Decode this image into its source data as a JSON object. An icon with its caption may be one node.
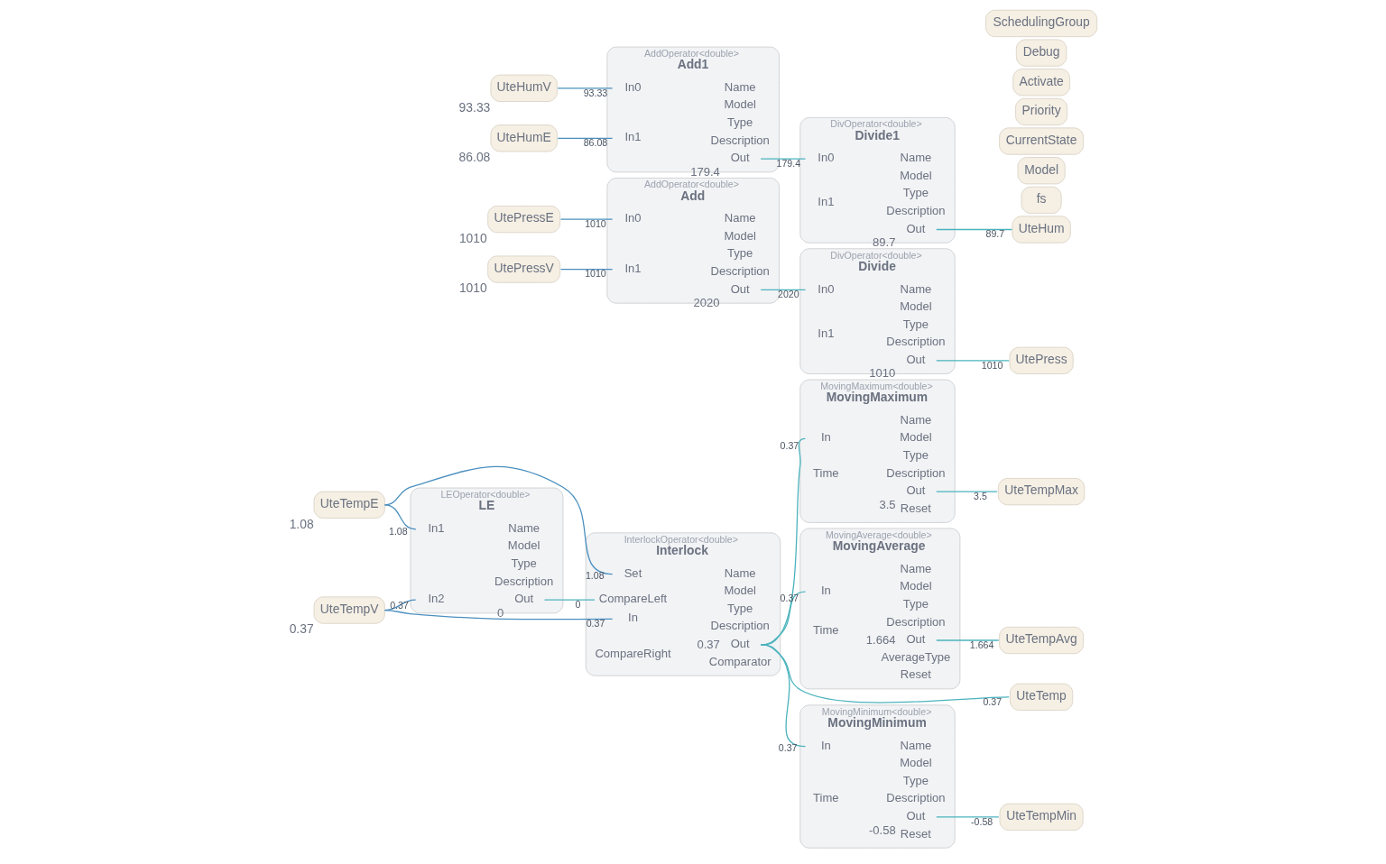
{
  "diagram": {
    "nodes": [
      {
        "text": [
          "UteTempE"
        ],
        "beside": [
          "1.08"
        ]
      },
      {
        "text": [
          "UteTempV"
        ],
        "beside": [
          "0.37"
        ]
      },
      {
        "text": [
          "UtePressE"
        ],
        "beside": [
          "1010"
        ]
      },
      {
        "text": [
          "UtePressV"
        ],
        "beside": [
          "1010"
        ]
      },
      {
        "text": [
          "UteHumV"
        ],
        "beside": [
          "93.33"
        ]
      },
      {
        "text": [
          "UteHumE"
        ],
        "beside": [
          "86.08"
        ]
      },
      {
        "text": [
          "LEOperator<double>",
          "LE"
        ]
      },
      {
        "text": [
          "In1"
        ],
        "in": 6
      },
      {
        "text": [
          "In2"
        ],
        "in": 6
      },
      {
        "text": [
          "Name"
        ],
        "in": 6
      },
      {
        "text": [
          "Model"
        ],
        "in": 6
      },
      {
        "text": [
          "Type"
        ],
        "in": 6
      },
      {
        "text": [
          "Description"
        ],
        "in": 6
      },
      {
        "text": [
          "Out"
        ],
        "in": 6,
        "beside": [
          "0"
        ]
      },
      {
        "text": [
          "InterlockOperator<double>",
          "Interlock"
        ]
      },
      {
        "text": [
          "In"
        ],
        "in": 14
      },
      {
        "text": [
          "Set"
        ],
        "in": 14
      },
      {
        "text": [
          "CompareLeft"
        ],
        "in": 14
      },
      {
        "text": [
          "CompareRight"
        ],
        "in": 14
      },
      {
        "text": [
          "Name"
        ],
        "in": 14
      },
      {
        "text": [
          "Model"
        ],
        "in": 14
      },
      {
        "text": [
          "Type"
        ],
        "in": 14
      },
      {
        "text": [
          "Description"
        ],
        "in": 14
      },
      {
        "text": [
          "Out"
        ],
        "in": 14,
        "beside": [
          "0.37"
        ]
      },
      {
        "text": [
          "Comparator"
        ],
        "in": 14
      },
      {
        "text": [
          "MovingMaximum<double>",
          "MovingMaximum"
        ]
      },
      {
        "text": [
          "In"
        ],
        "in": 25
      },
      {
        "text": [
          "Time"
        ],
        "in": 25
      },
      {
        "text": [
          "Name"
        ],
        "in": 25
      },
      {
        "text": [
          "Model"
        ],
        "in": 25
      },
      {
        "text": [
          "Type"
        ],
        "in": 25
      },
      {
        "text": [
          "Description"
        ],
        "in": 25
      },
      {
        "text": [
          "Out"
        ],
        "in": 25,
        "beside": [
          "3.5"
        ]
      },
      {
        "text": [
          "Reset"
        ],
        "in": 25
      },
      {
        "text": [
          "fs"
        ]
      },
      {
        "text": [
          "Model"
        ]
      },
      {
        "text": [
          "CurrentState"
        ]
      },
      {
        "text": [
          "Priority"
        ]
      },
      {
        "text": [
          "Activate"
        ]
      },
      {
        "text": [
          "Debug"
        ]
      },
      {
        "text": [
          "SchedulingGroup"
        ]
      },
      {
        "text": [
          "UteTemp"
        ]
      },
      {
        "text": [
          "UteTempMax"
        ]
      },
      {
        "text": [
          "AddOperator<double>",
          "Add"
        ]
      },
      {
        "text": [
          "In0"
        ],
        "in": 43
      },
      {
        "text": [
          "In1"
        ],
        "in": 43
      },
      {
        "text": [
          "Name"
        ],
        "in": 43
      },
      {
        "text": [
          "Model"
        ],
        "in": 43
      },
      {
        "text": [
          "Type"
        ],
        "in": 43
      },
      {
        "text": [
          "Description"
        ],
        "in": 43
      },
      {
        "text": [
          "Out"
        ],
        "in": 43,
        "beside": [
          "2020"
        ]
      },
      {
        "text": [
          "DivOperator<double>",
          "Divide"
        ]
      },
      {
        "text": [
          "In0"
        ],
        "in": 51
      },
      {
        "text": [
          "In1"
        ],
        "in": 51
      },
      {
        "text": [
          "Name"
        ],
        "in": 51
      },
      {
        "text": [
          "Model"
        ],
        "in": 51
      },
      {
        "text": [
          "Type"
        ],
        "in": 51
      },
      {
        "text": [
          "Description"
        ],
        "in": 51
      },
      {
        "text": [
          "Out"
        ],
        "in": 51,
        "beside": [
          "1010"
        ]
      },
      {
        "text": [
          "MovingAverage<double>",
          "MovingAverage"
        ]
      },
      {
        "text": [
          "In"
        ],
        "in": 59
      },
      {
        "text": [
          "Time"
        ],
        "in": 59
      },
      {
        "text": [
          "Name"
        ],
        "in": 59
      },
      {
        "text": [
          "Model"
        ],
        "in": 59
      },
      {
        "text": [
          "Type"
        ],
        "in": 59
      },
      {
        "text": [
          "Description"
        ],
        "in": 59
      },
      {
        "text": [
          "Out"
        ],
        "in": 59,
        "beside": [
          "1.664"
        ]
      },
      {
        "text": [
          "AverageType"
        ],
        "in": 59
      },
      {
        "text": [
          "Reset"
        ],
        "in": 59
      },
      {
        "text": [
          "UteTempAvg"
        ]
      },
      {
        "text": [
          "UteTempMin"
        ]
      },
      {
        "text": [
          "UtePress"
        ]
      },
      {
        "text": [
          "UteHum"
        ]
      },
      {
        "text": [
          "AddOperator<double>",
          "Add1"
        ]
      },
      {
        "text": [
          "In0"
        ],
        "in": 73
      },
      {
        "text": [
          "In1"
        ],
        "in": 73
      },
      {
        "text": [
          "Name"
        ],
        "in": 73
      },
      {
        "text": [
          "Model"
        ],
        "in": 73
      },
      {
        "text": [
          "Type"
        ],
        "in": 73
      },
      {
        "text": [
          "Description"
        ],
        "in": 73
      },
      {
        "text": [
          "Out"
        ],
        "in": 73,
        "beside": [
          "179.4"
        ]
      },
      {
        "text": [
          "DivOperator<double>",
          "Divide1"
        ]
      },
      {
        "text": [
          "In0"
        ],
        "in": 81
      },
      {
        "text": [
          "In1"
        ],
        "in": 81
      },
      {
        "text": [
          "Name"
        ],
        "in": 81
      },
      {
        "text": [
          "Model"
        ],
        "in": 81
      },
      {
        "text": [
          "Type"
        ],
        "in": 81
      },
      {
        "text": [
          "Description"
        ],
        "in": 81
      },
      {
        "text": [
          "Out"
        ],
        "in": 81,
        "beside": [
          "89.7"
        ]
      },
      {
        "text": [
          "MovingMinimum<double>",
          "MovingMinimum"
        ]
      },
      {
        "text": [
          "In"
        ],
        "in": 89
      },
      {
        "text": [
          "Time"
        ],
        "in": 89
      },
      {
        "text": [
          "Name"
        ],
        "in": 89
      },
      {
        "text": [
          "Model"
        ],
        "in": 89
      },
      {
        "text": [
          "Type"
        ],
        "in": 89
      },
      {
        "text": [
          "Description"
        ],
        "in": 89
      },
      {
        "text": [
          "Out"
        ],
        "in": 89,
        "beside": [
          "-0.58"
        ]
      },
      {
        "text": [
          "Reset"
        ],
        "in": 89
      }
    ],
    "edges": [
      {
        "from": 0,
        "to": 7,
        "arrow": "none",
        "label": "1.08",
        "color": "#4a8fbf"
      },
      {
        "from": 0,
        "to": 16,
        "arrow": "none",
        "label": "1.08",
        "color": "#4a8fbf"
      },
      {
        "from": 1,
        "to": 8,
        "arrow": "none",
        "label": "0.37",
        "color": "#4a8fbf"
      },
      {
        "from": 1,
        "to": 15,
        "arrow": "none",
        "label": "0.37",
        "color": "#4a8fbf"
      },
      {
        "from": 13,
        "to": 17,
        "arrow": "none",
        "label": "0"
      },
      {
        "from": 2,
        "to": 44,
        "arrow": "none",
        "label": "1010",
        "color": "#4a8fbf"
      },
      {
        "from": 3,
        "to": 45,
        "arrow": "none",
        "label": "1010",
        "color": "#4a8fbf"
      },
      {
        "from": 4,
        "to": 74,
        "arrow": "none",
        "label": "93.33",
        "color": "#4a8fbf"
      },
      {
        "from": 5,
        "to": 75,
        "arrow": "none",
        "label": "86.08",
        "color": "#4a8fbf"
      },
      {
        "from": 50,
        "to": 52,
        "arrow": "none",
        "label": "2020"
      },
      {
        "from": 80,
        "to": 82,
        "arrow": "none",
        "label": "179.4"
      },
      {
        "from": 23,
        "to": 26,
        "arrow": "none",
        "label": "0.37"
      },
      {
        "from": 23,
        "to": 60,
        "arrow": "none",
        "label": "0.37"
      },
      {
        "from": 23,
        "to": 90,
        "arrow": "none",
        "label": "0.37"
      },
      {
        "from": 23,
        "to": 41,
        "arrow": "none",
        "label": "0.37"
      },
      {
        "from": 32,
        "to": 42,
        "arrow": "none",
        "label": "3.5"
      },
      {
        "from": 66,
        "to": 69,
        "arrow": "none",
        "label": "1.664"
      },
      {
        "from": 96,
        "to": 70,
        "arrow": "none",
        "label": "-0.58"
      },
      {
        "from": 58,
        "to": 71,
        "arrow": "none",
        "label": "1010"
      },
      {
        "from": 88,
        "to": 72,
        "arrow": "none",
        "label": "89.7"
      }
    ]
  }
}
